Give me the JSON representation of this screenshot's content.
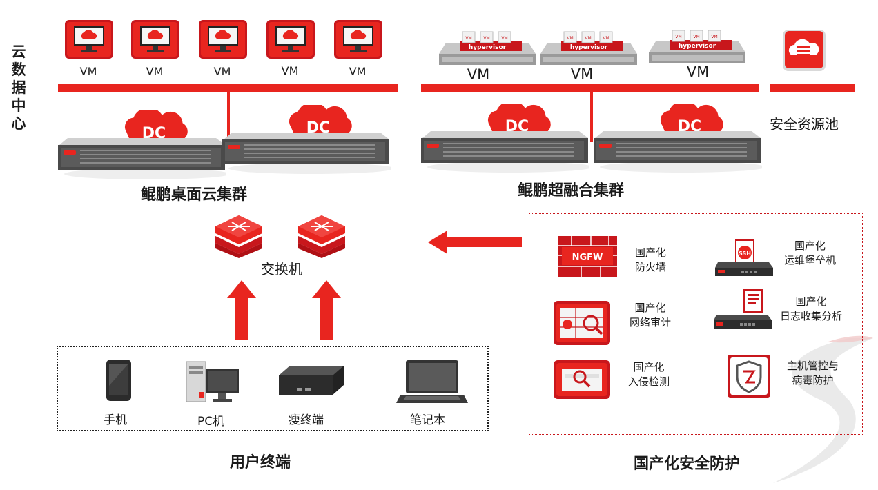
{
  "side_title": [
    "云",
    "数",
    "据",
    "中",
    "心"
  ],
  "desktop_vms": [
    "VM",
    "VM",
    "VM",
    "VM",
    "VM"
  ],
  "hyper_vms": [
    "VM",
    "VM",
    "VM"
  ],
  "hyper_mini_vm": "VM",
  "hypervisor_text": "hypervisor",
  "dc_text": "DC",
  "desktop_cluster": "鲲鹏桌面云集群",
  "hyper_cluster": "鲲鹏超融合集群",
  "security_pool": "安全资源池",
  "switch_label": "交换机",
  "user_terminal_title": "用户终端",
  "devices": [
    "手机",
    "PC机",
    "瘦终端",
    "笔记本"
  ],
  "security_title": "国产化安全防护",
  "ngfw_text": "NGFW",
  "ssh_text": "SSH",
  "security_items": {
    "firewall": [
      "国产化",
      "防火墙"
    ],
    "bastion": [
      "国产化",
      "运维堡垒机"
    ],
    "audit": [
      "国产化",
      "网络审计"
    ],
    "log": [
      "国产化",
      "日志收集分析"
    ],
    "ids": [
      "国产化",
      "入侵检测"
    ],
    "host": [
      "主机管控与",
      "病毒防护"
    ]
  },
  "colors": {
    "accent": "#e8251f",
    "dark": "#222222"
  }
}
